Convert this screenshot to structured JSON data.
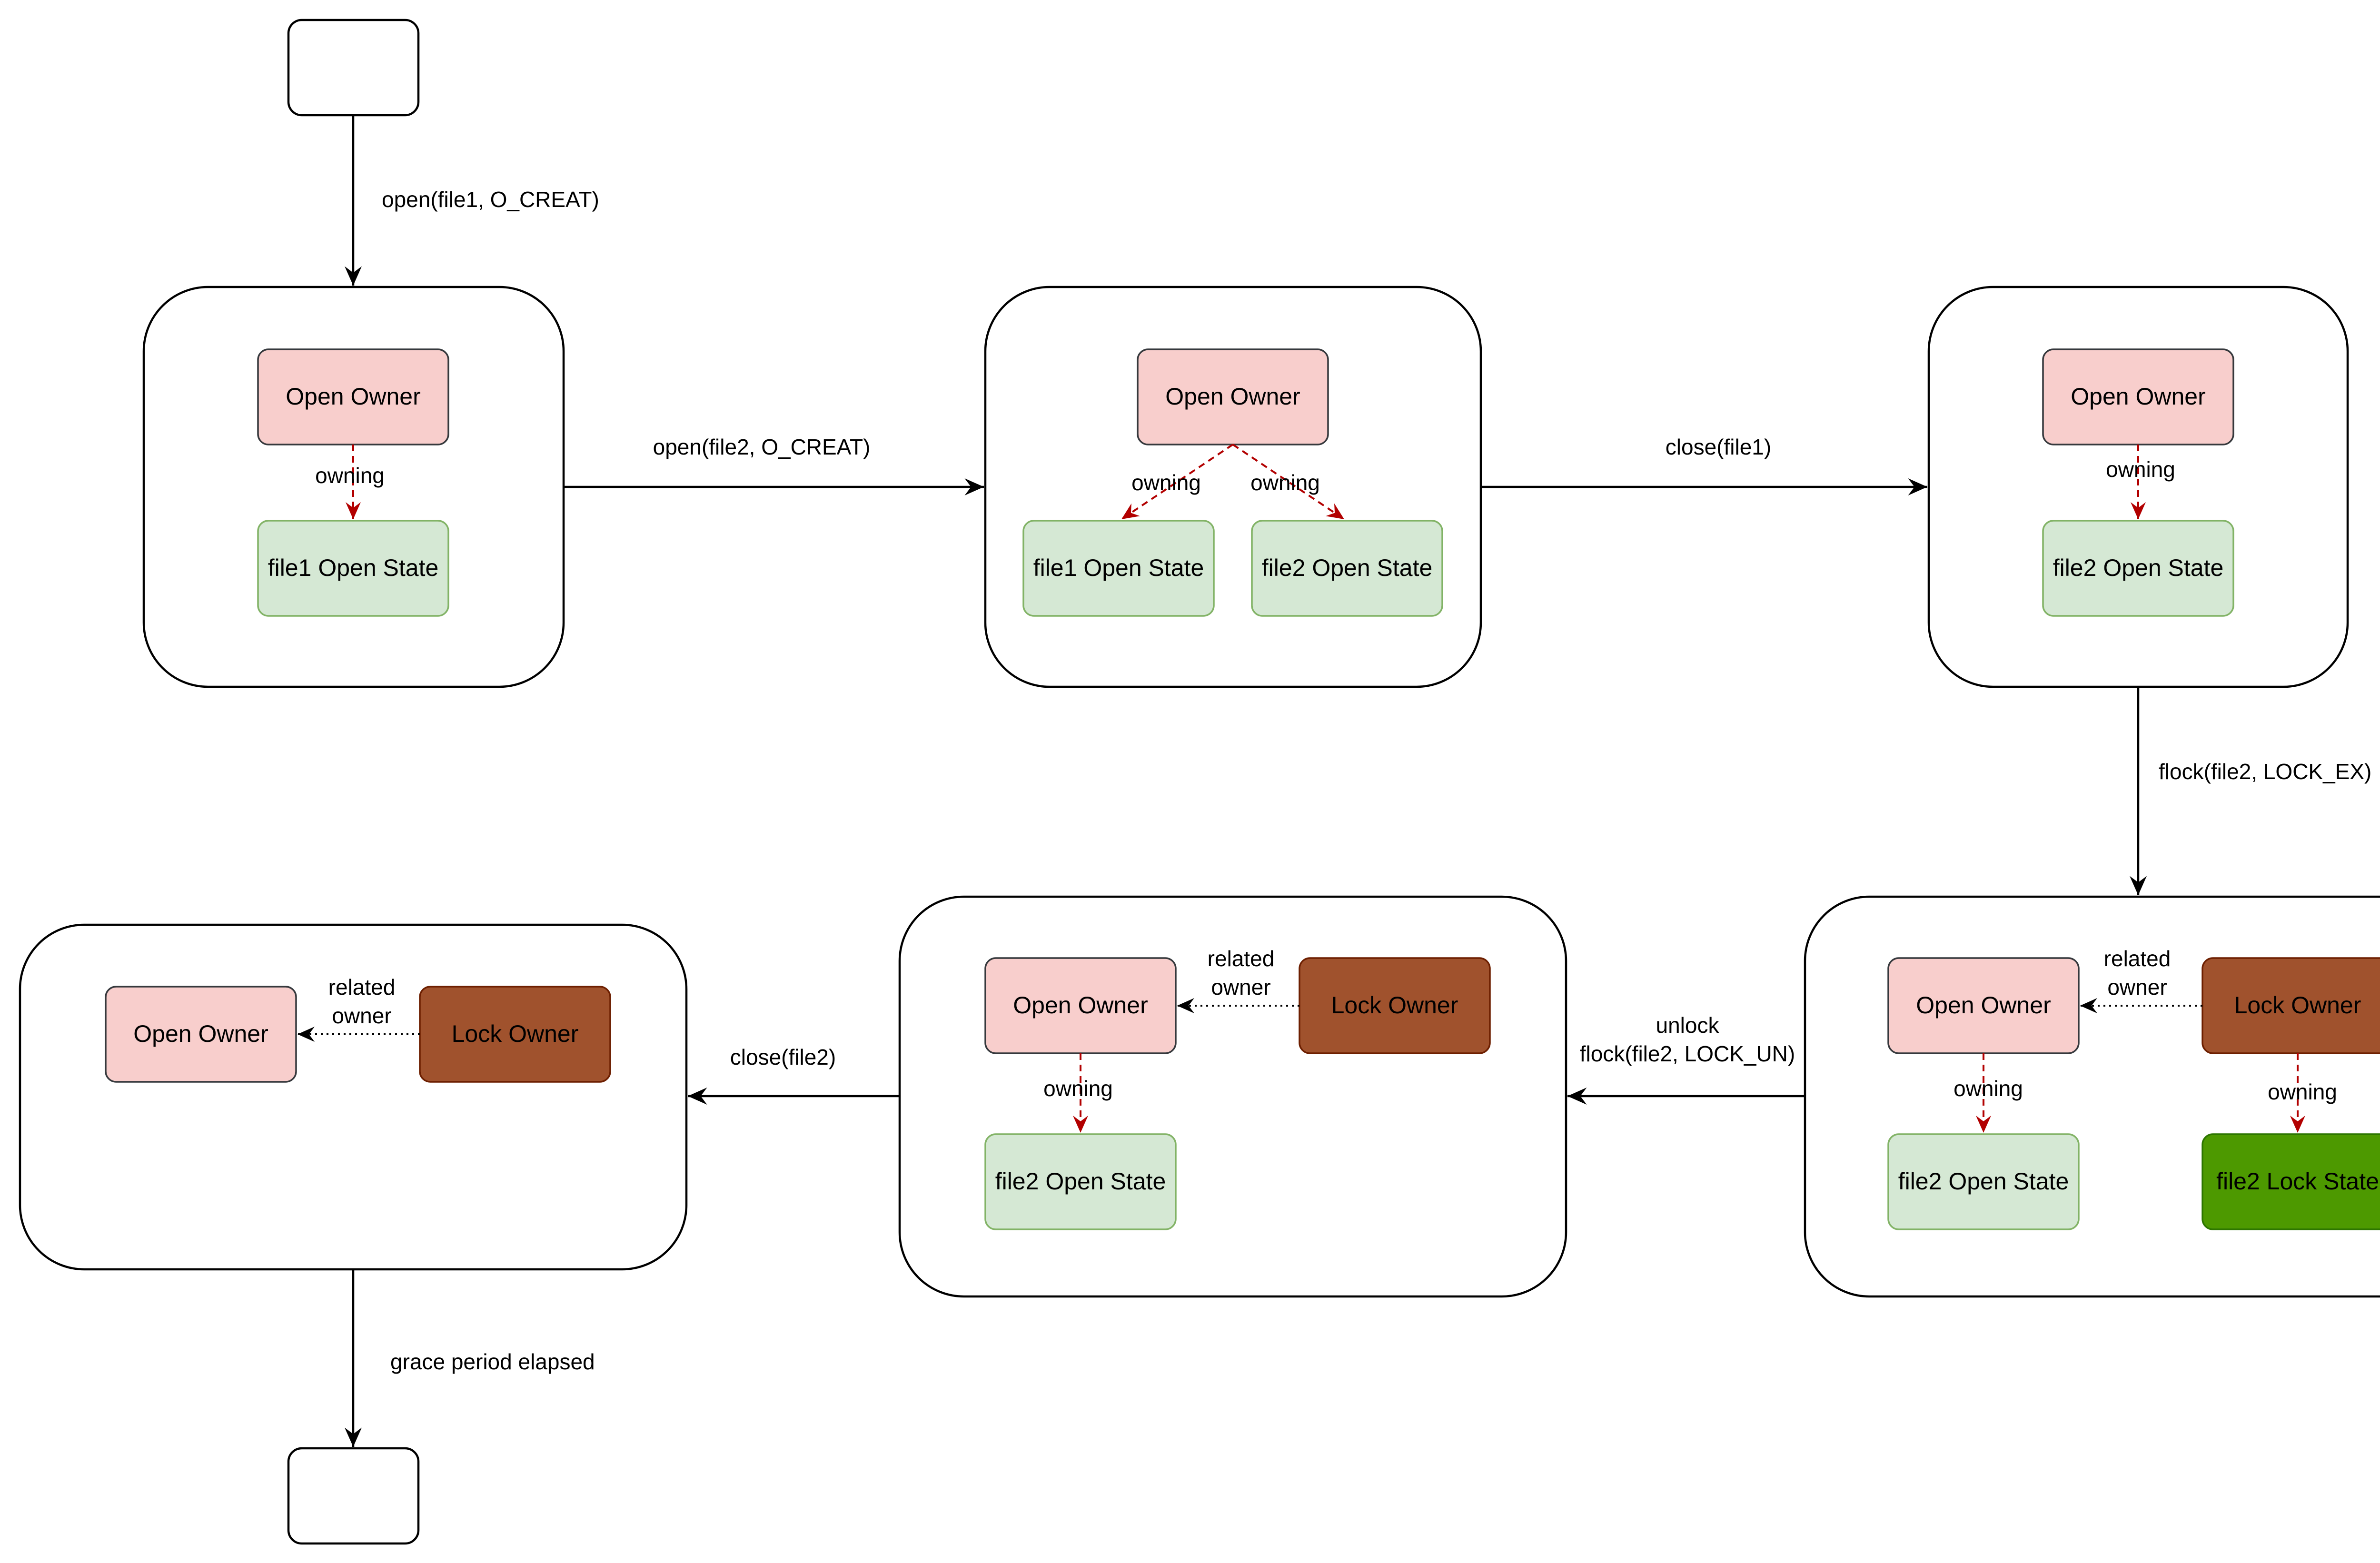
{
  "colors": {
    "open_owner_fill": "#f8cecc",
    "lock_owner_fill": "#a0522d",
    "lock_owner_text": "#ffffff",
    "open_state_fill": "#d5e8d4",
    "lock_state_fill": "#4d9900",
    "lock_state_text": "#ffffff",
    "owning_arrow": "#b20000",
    "line": "#000000"
  },
  "node_text": {
    "open_owner": "Open Owner",
    "lock_owner": "Lock Owner",
    "file1_open_state": "file1 Open State",
    "file2_open_state": "file2 Open State",
    "file2_lock_state": "file2 Lock State"
  },
  "relations": {
    "owning": "owning",
    "related_line1": "related",
    "related_line2": "owner"
  },
  "transitions": {
    "t1": "open(file1, O_CREAT)",
    "t2": "open(file2, O_CREAT)",
    "t3": "close(file1)",
    "t4": "flock(file2, LOCK_EX)",
    "t5_line1": "unlock",
    "t5_line2": "flock(file2, LOCK_UN)",
    "t6": "close(file2)",
    "t7": "grace period elapsed"
  }
}
